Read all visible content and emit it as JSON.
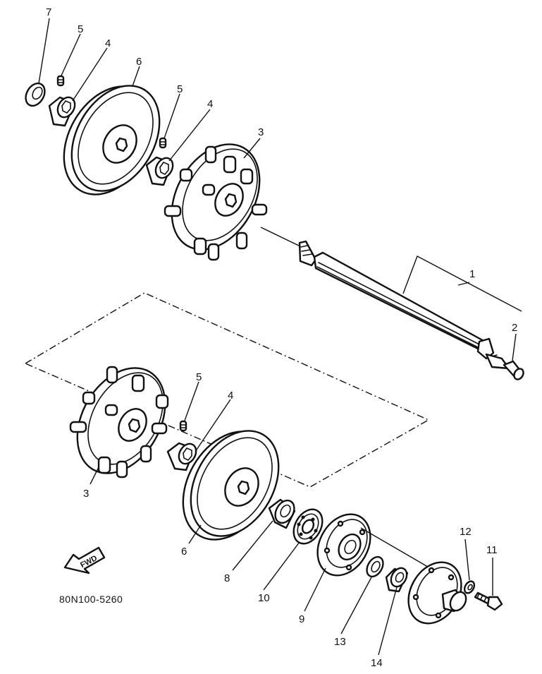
{
  "drawing_code": "80N100-5260",
  "fwd_label": "FWD",
  "callouts": {
    "c1": "1",
    "c2": "2",
    "c3a": "3",
    "c3b": "3",
    "c4a": "4",
    "c4b": "4",
    "c4c": "4",
    "c5a": "5",
    "c5b": "5",
    "c5c": "5",
    "c6a": "6",
    "c6b": "6",
    "c7": "7",
    "c8": "8",
    "c9": "9",
    "c10": "10",
    "c11": "11",
    "c12": "12",
    "c13": "13",
    "c14": "14"
  }
}
